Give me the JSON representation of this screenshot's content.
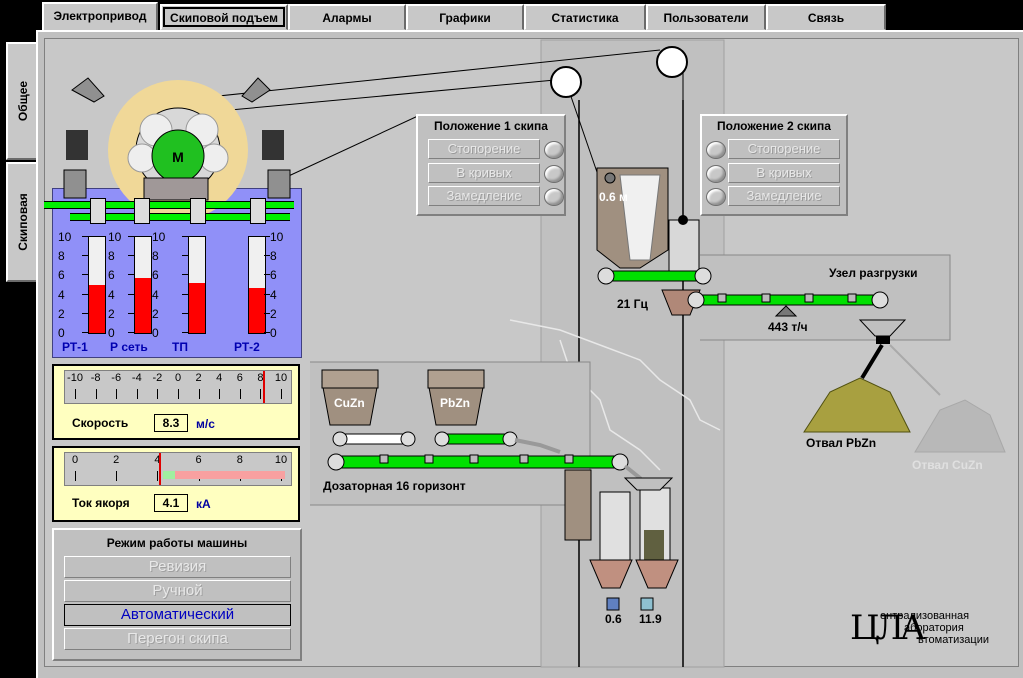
{
  "tabs": [
    {
      "label": "Электропривод"
    },
    {
      "label": "Скиповой подъем"
    },
    {
      "label": "Алармы"
    },
    {
      "label": "Графики"
    },
    {
      "label": "Статистика"
    },
    {
      "label": "Пользователи"
    },
    {
      "label": "Связь"
    }
  ],
  "side_tabs": [
    {
      "label": "Общее"
    },
    {
      "label": "Скиповая"
    }
  ],
  "drive": {
    "motor_label": "M",
    "scale_ticks": [
      "10",
      "8",
      "6",
      "4",
      "2",
      "0"
    ],
    "bars": [
      {
        "label": "РТ-1",
        "level": 0.5
      },
      {
        "label": "Р сеть",
        "level": 0.57
      },
      {
        "label": "ТП",
        "level": 0.52
      },
      {
        "label": "РТ-2",
        "level": 0.47
      }
    ],
    "colors": {
      "panel": "#9090f8",
      "pipe": "#00f000",
      "bar": "#ff0000"
    }
  },
  "speed": {
    "ticks": [
      "-10",
      "-8",
      "-6",
      "-4",
      "-2",
      "0",
      "2",
      "4",
      "6",
      "8",
      "10"
    ],
    "label": "Скорость",
    "value": "8.3",
    "unit": "м/с",
    "needle": 8.3
  },
  "current": {
    "ticks": [
      "0",
      "2",
      "4",
      "6",
      "8",
      "10"
    ],
    "label": "Ток якоря",
    "value": "4.1",
    "unit": "кА",
    "needle": 4.1
  },
  "mode": {
    "title": "Режим работы машины",
    "options": [
      {
        "label": "Ревизия",
        "active": false
      },
      {
        "label": "Ручной",
        "active": false
      },
      {
        "label": "Автоматический",
        "active": true
      },
      {
        "label": "Перегон скипа",
        "active": false
      }
    ]
  },
  "skip1": {
    "title": "Положение 1 скипа",
    "items": [
      "Стопорение",
      "В кривых",
      "Замедление"
    ]
  },
  "skip2": {
    "title": "Положение 2 скипа",
    "items": [
      "Стопорение",
      "В кривых",
      "Замедление"
    ]
  },
  "bunker_level": "0.6 м",
  "feeder_freq": "21 Гц",
  "unload_title": "Узел разгрузки",
  "unload_rate": "443 т/ч",
  "dump_pbzn": "Отвал PbZn",
  "dump_cuzn": "Отвал CuZn",
  "hopper_cuzn": "CuZn",
  "hopper_pbzn": "PbZn",
  "dosing_label": "Дозаторная 16 горизонт",
  "dosers": [
    "0.6",
    "11.9"
  ],
  "logo": {
    "letters": "ЦЛА",
    "lines": [
      "ентрализованная",
      "аборатория",
      "втоматизации"
    ]
  }
}
